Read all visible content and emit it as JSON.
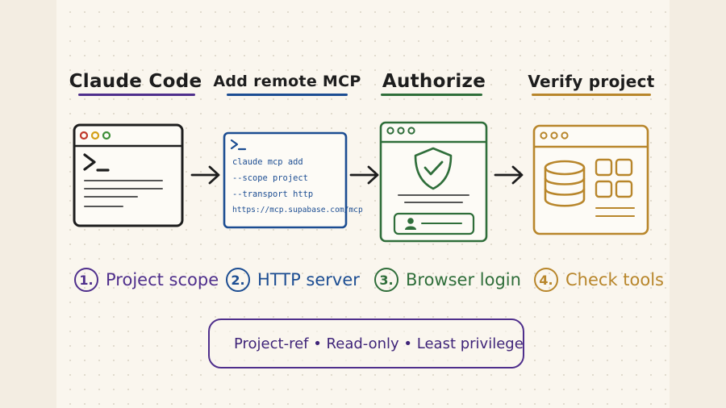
{
  "colors": {
    "purple": "#4f2f8c",
    "blue": "#1c4d92",
    "green": "#2f6e3a",
    "gold": "#b8862b",
    "ink": "#1d1d1d",
    "window_dots": [
      "#c0392b",
      "#d4a017",
      "#3f8f3a"
    ]
  },
  "columns": [
    {
      "title": "Claude Code",
      "color": "#4f2f8c",
      "icon": "terminal-window-icon"
    },
    {
      "title": "Add remote MCP",
      "color": "#1c4d92",
      "icon": "command-card-icon"
    },
    {
      "title": "Authorize",
      "color": "#2f6e3a",
      "icon": "shield-check-browser-icon"
    },
    {
      "title": "Verify project",
      "color": "#b8862b",
      "icon": "database-grid-window-icon"
    }
  ],
  "command": {
    "prompt": ">_",
    "lines": [
      "claude mcp add",
      "--scope project",
      "--transport http",
      "https://mcp.supabase.com/mcp"
    ]
  },
  "steps": [
    {
      "number": "1.",
      "label": "Project scope",
      "color": "#4f2f8c"
    },
    {
      "number": "2.",
      "label": "HTTP server",
      "color": "#1c4d92"
    },
    {
      "number": "3.",
      "label": "Browser login",
      "color": "#2f6e3a"
    },
    {
      "number": "4.",
      "label": "Check tools",
      "color": "#b8862b"
    }
  ],
  "banner": {
    "icon": "shield-check-icon",
    "text": "Project-ref • Read-only • Least privilege"
  }
}
